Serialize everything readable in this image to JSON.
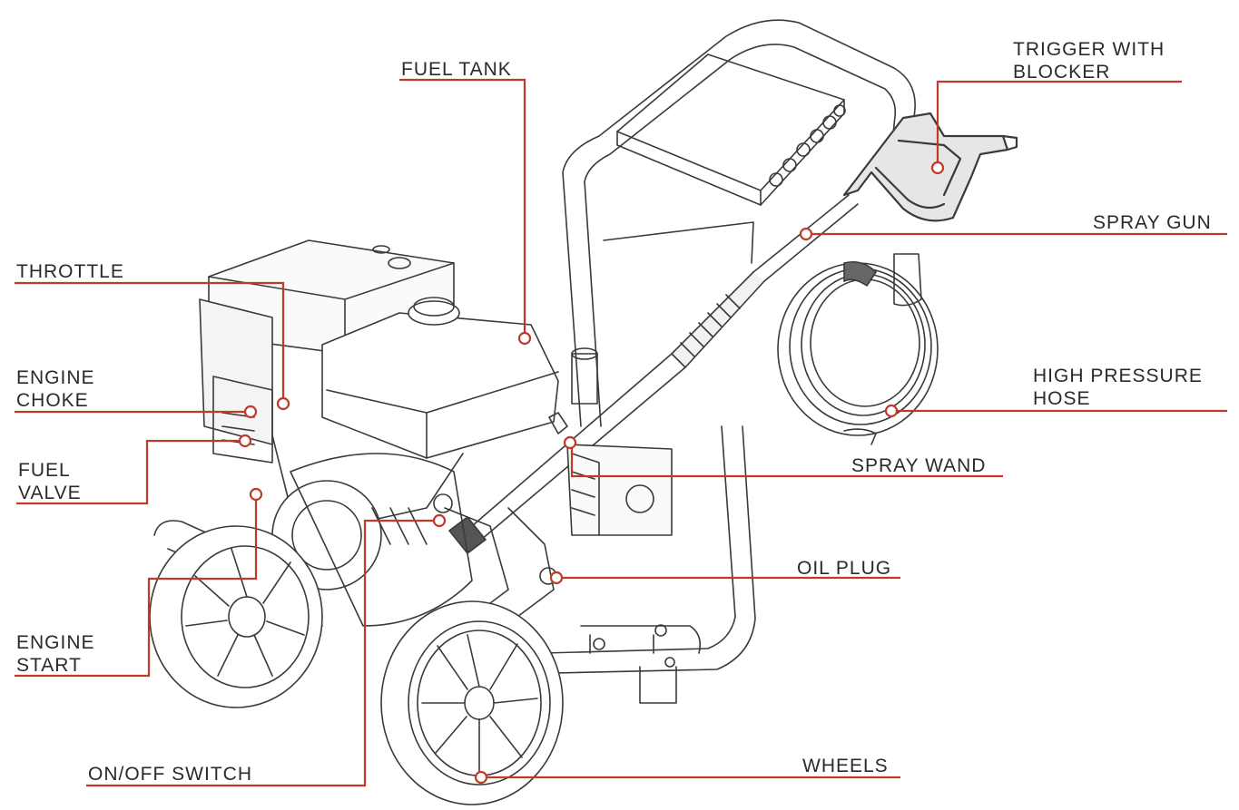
{
  "colors": {
    "leader": "#c0392b",
    "outline": "#3a3a3a",
    "text": "#2a2a2a",
    "background": "#ffffff"
  },
  "labels": {
    "fuel_tank": "FUEL TANK",
    "trigger_line1": "TRIGGER WITH",
    "trigger_line2": "BLOCKER",
    "spray_gun": "SPRAY GUN",
    "throttle": "THROTTLE",
    "engine_choke_line1": "ENGINE",
    "engine_choke_line2": "CHOKE",
    "fuel_valve_line1": "FUEL",
    "fuel_valve_line2": "VALVE",
    "high_pressure_hose_line1": "HIGH PRESSURE",
    "high_pressure_hose_line2": "HOSE",
    "spray_wand": "SPRAY WAND",
    "oil_plug": "OIL PLUG",
    "engine_start_line1": "ENGINE",
    "engine_start_line2": "START",
    "on_off_switch": "ON/OFF SWITCH",
    "wheels": "WHEELS"
  }
}
